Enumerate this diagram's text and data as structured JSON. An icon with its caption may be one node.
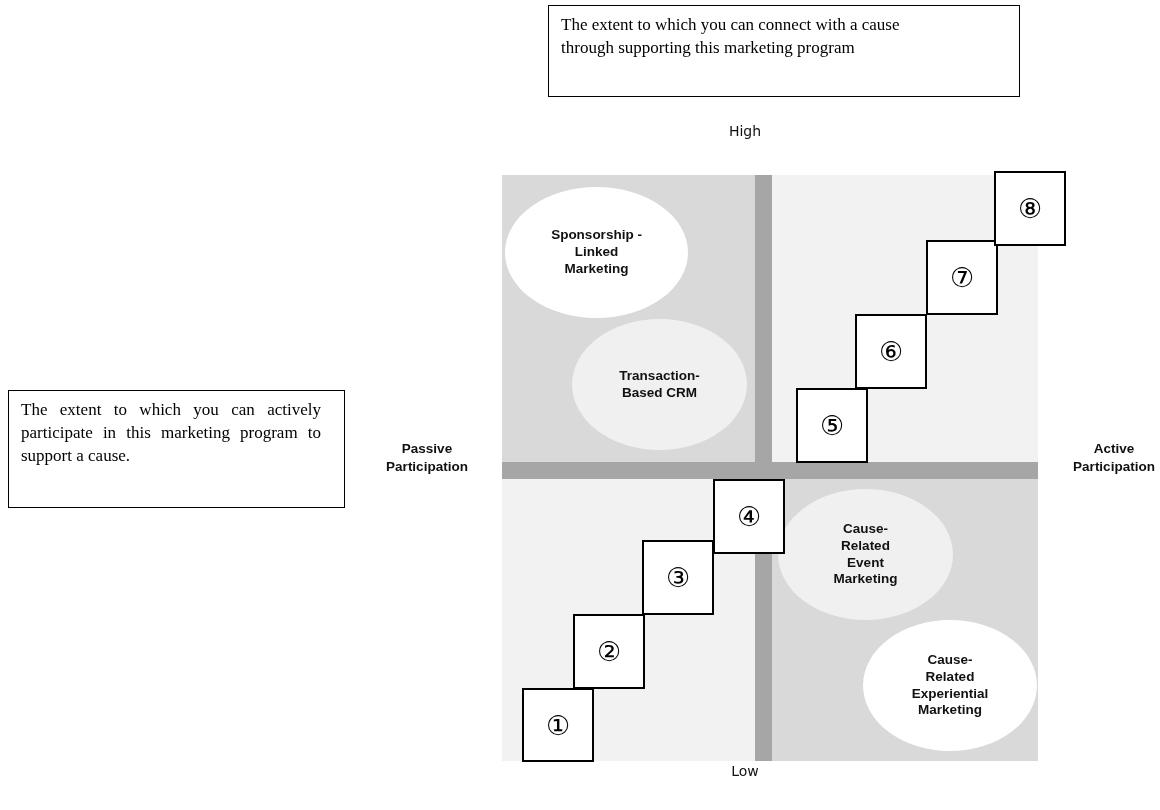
{
  "diagram": {
    "nodes": [
      {
        "text": [
          "The extent to which you can connect with a cause through supporting this marketing program"
        ]
      },
      {
        "text": [
          "The extent to which you can actively participate in this marketing program to support a cause."
        ]
      },
      {
        "text": [
          "Sponsorship -Linked Marketing"
        ]
      },
      {
        "text": [
          "Transaction- Based CRM"
        ]
      },
      {
        "text": [
          "Cause- Related Event Marketing"
        ]
      },
      {
        "text": [
          "Cause- Related Experiential Marketing"
        ]
      },
      {
        "text": [
          "①"
        ]
      },
      {
        "text": [
          "②"
        ]
      },
      {
        "text": [
          "③"
        ]
      },
      {
        "text": [
          "④"
        ]
      },
      {
        "text": [
          "⑤"
        ]
      },
      {
        "text": [
          "⑥"
        ]
      },
      {
        "text": [
          "⑦"
        ]
      },
      {
        "text": [
          "⑧"
        ]
      }
    ],
    "edges": [],
    "labels": [
      "High",
      "Passive Participation",
      "Active Participation",
      "Low"
    ]
  }
}
